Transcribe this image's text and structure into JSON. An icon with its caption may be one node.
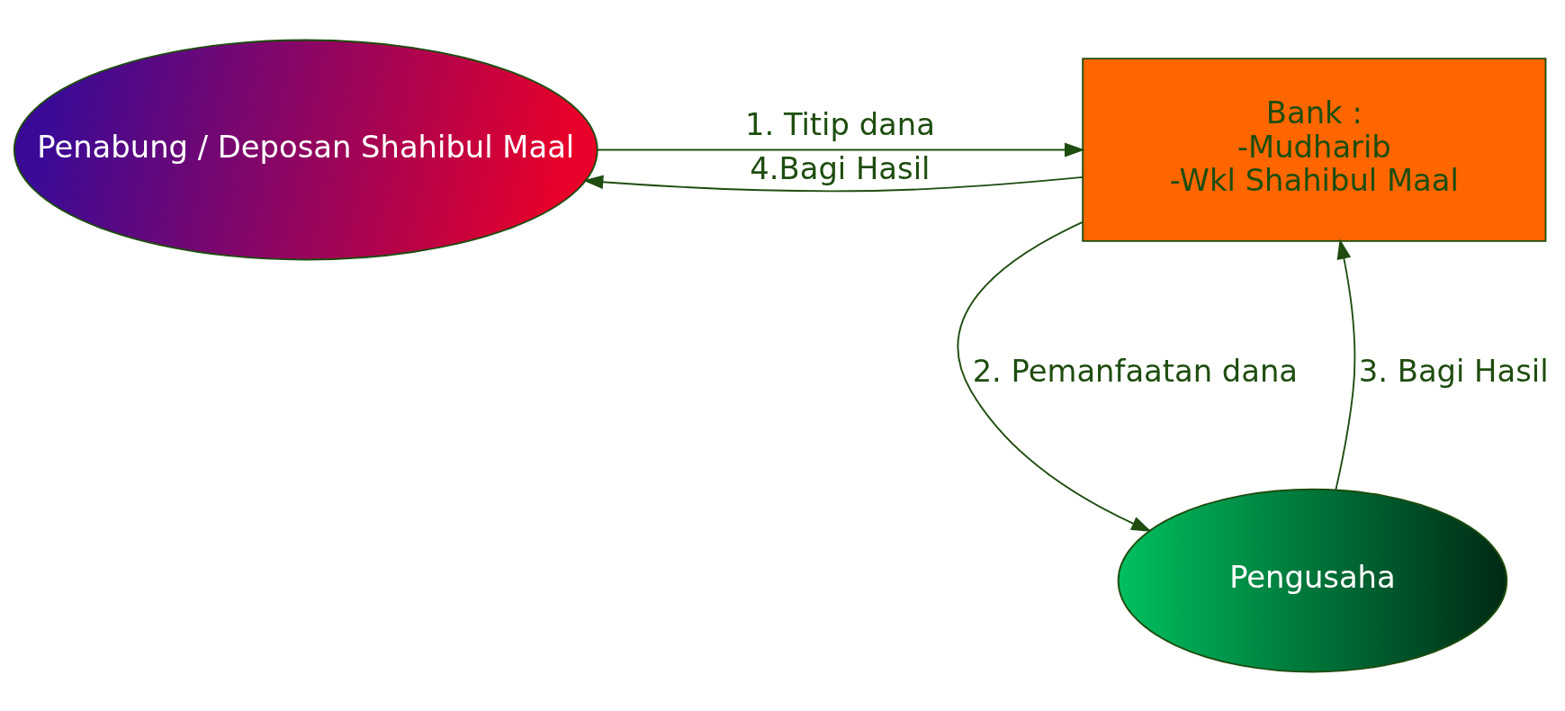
{
  "diagram": {
    "nodes": [
      {
        "text": [
          "Penabung / Deposan Shahibul Maal"
        ]
      },
      {
        "text": [
          "Bank :",
          "-Mudharib",
          "-Wkl Shahibul Maal"
        ]
      },
      {
        "text": [
          "Pengusaha"
        ]
      }
    ],
    "edges": [
      {
        "from": 0,
        "to": 1,
        "arrow": "to",
        "label": "1. Titip dana"
      },
      {
        "from": 1,
        "to": 0,
        "arrow": "to",
        "label": "4.Bagi Hasil"
      },
      {
        "from": 1,
        "to": 2,
        "arrow": "to",
        "label": "2. Pemanfaatan dana"
      },
      {
        "from": 2,
        "to": 1,
        "arrow": "to",
        "label": "3. Bagi Hasil"
      }
    ]
  }
}
